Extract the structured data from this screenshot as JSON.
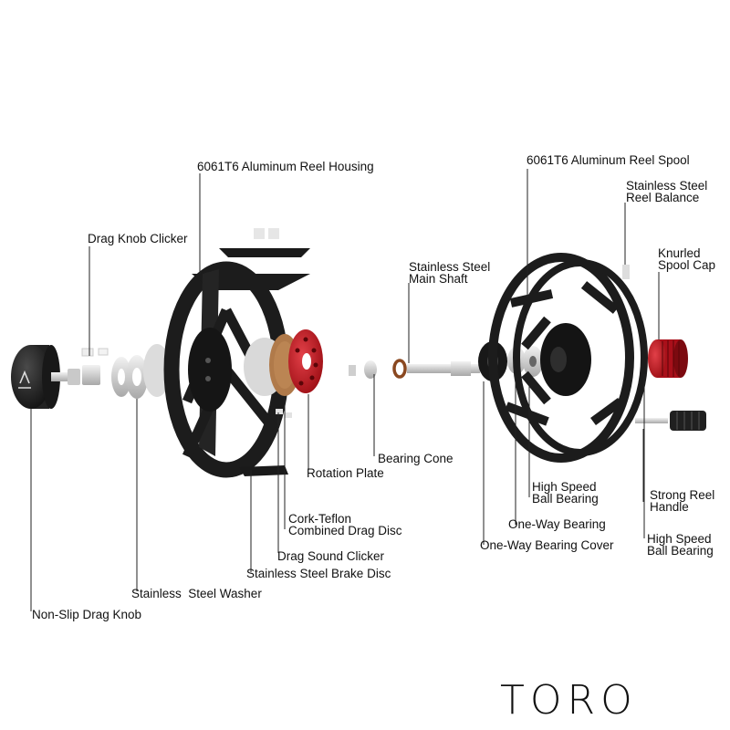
{
  "title": "TORO",
  "labels": {
    "reel_housing": "6061T6 Aluminum Reel Housing",
    "reel_spool": "6061T6 Aluminum Reel Spool",
    "drag_knob_clicker": "Drag Knob Clicker",
    "reel_balance": "Stainless Steel\nReel Balance",
    "main_shaft": "Stainless Steel\nMain Shaft",
    "spool_cap": "Knurled\nSpool Cap",
    "bearing_cone": "Bearing Cone",
    "rotation_plate": "Rotation Plate",
    "high_speed_bearing_1": "High Speed\nBall Bearing",
    "reel_handle": "Strong Reel\nHandle",
    "cork_teflon": "Cork-Teflon\nCombined Drag Disc",
    "one_way_bearing": "One-Way Bearing",
    "high_speed_bearing_2": "High Speed\nBall Bearing",
    "one_way_bearing_cover": "One-Way Bearing Cover",
    "drag_sound_clicker": "Drag Sound Clicker",
    "brake_disc": "Stainless Steel Brake Disc",
    "washer": "Stainless  Steel Washer",
    "drag_knob": "Non-Slip Drag Knob"
  },
  "colors": {
    "black_part": "#1c1c1c",
    "red_part": "#c8141c",
    "cork": "#b07a4a",
    "steel": "#d0d0d0",
    "leader": "#222222"
  }
}
